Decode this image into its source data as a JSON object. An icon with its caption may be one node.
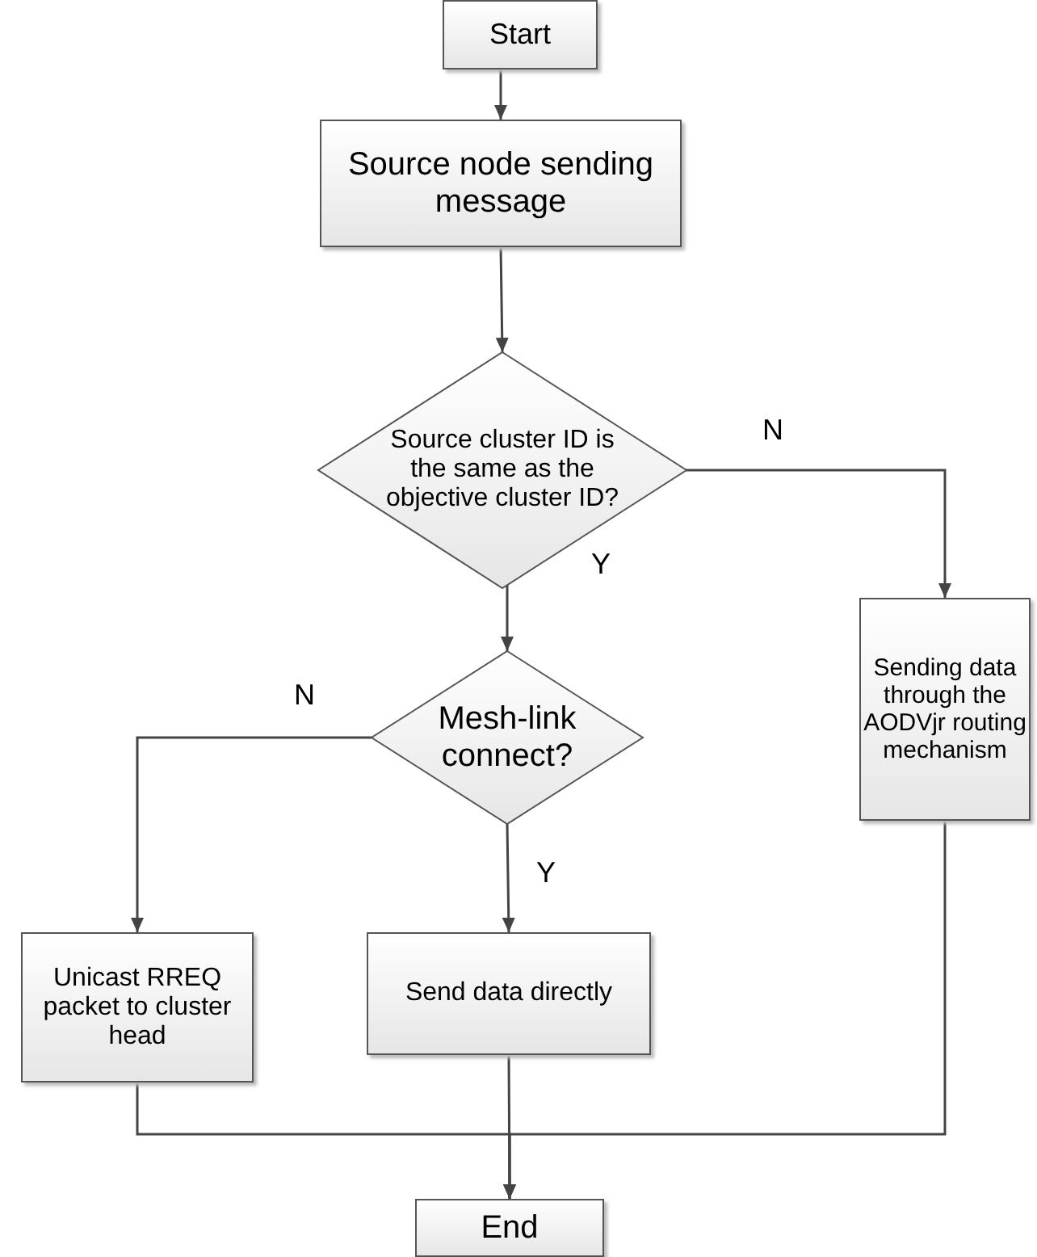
{
  "diagram": {
    "nodes": [
      {
        "text": [
          "Start"
        ]
      },
      {
        "text": [
          "Source node sending message"
        ]
      },
      {
        "text": [
          "Source cluster ID is the same as the objective cluster ID?"
        ]
      },
      {
        "text": [
          "Sending data through the AODVjr routing mechanism"
        ]
      },
      {
        "text": [
          "Mesh-link connect?"
        ]
      },
      {
        "text": [
          "Unicast RREQ packet to cluster head"
        ]
      },
      {
        "text": [
          "Send data directly"
        ]
      },
      {
        "text": [
          "End"
        ]
      }
    ],
    "edges": [
      {
        "from": 0,
        "to": 1,
        "arrow": "to"
      },
      {
        "from": 1,
        "to": 2,
        "arrow": "to"
      },
      {
        "from": 2,
        "to": 3,
        "arrow": "to",
        "label": "N"
      },
      {
        "from": 2,
        "to": 4,
        "arrow": "to",
        "label": "Y"
      },
      {
        "from": 4,
        "to": 5,
        "arrow": "to",
        "label": "N"
      },
      {
        "from": 4,
        "to": 6,
        "arrow": "to",
        "label": "Y"
      },
      {
        "from": 5,
        "to": 7,
        "arrow": "to"
      },
      {
        "from": 6,
        "to": 7,
        "arrow": "to"
      },
      {
        "from": 3,
        "to": 7,
        "arrow": "to"
      }
    ]
  }
}
